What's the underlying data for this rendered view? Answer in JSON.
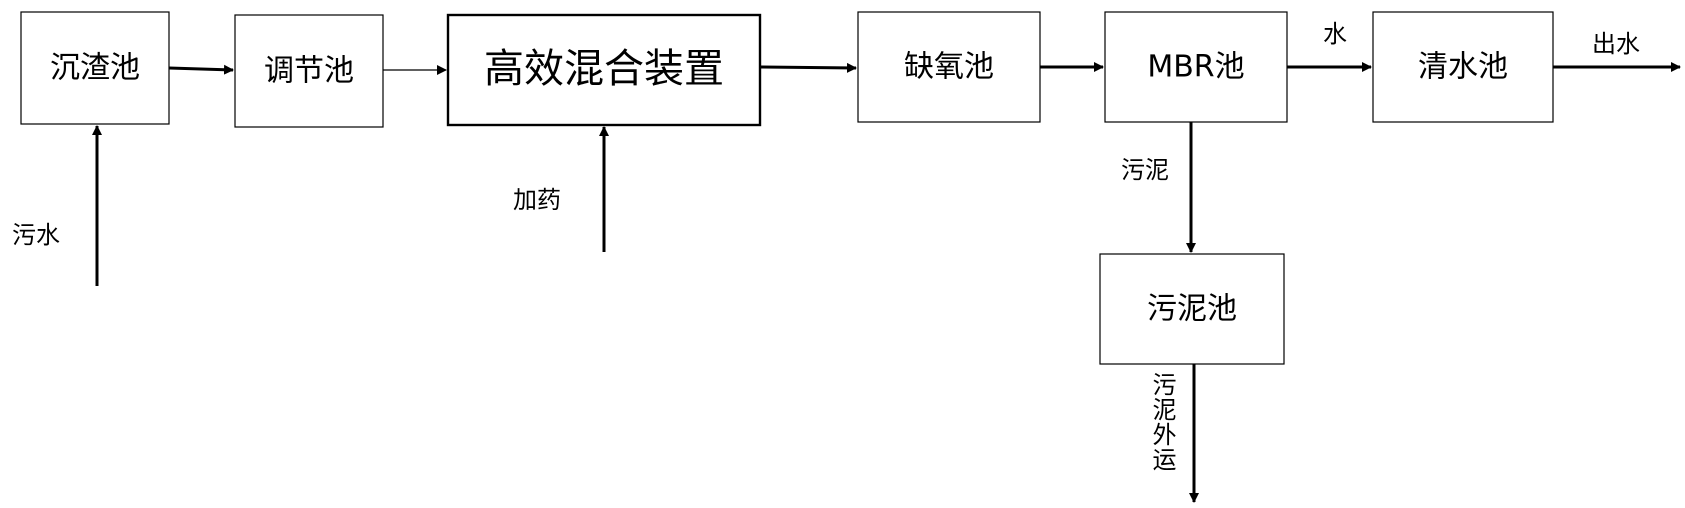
{
  "diagram": {
    "nodes": {
      "settling_tank": "沉渣池",
      "equalization_tank": "调节池",
      "mixing_device": "高效混合装置",
      "anoxic_tank": "缺氧池",
      "mbr_tank": "MBR池",
      "clear_water_tank": "清水池",
      "sludge_tank": "污泥池"
    },
    "edge_labels": {
      "sewage_in": "污水",
      "dosing": "加药",
      "water": "水",
      "effluent": "出水",
      "sludge": "污泥",
      "sludge_out": "污泥外运"
    }
  }
}
